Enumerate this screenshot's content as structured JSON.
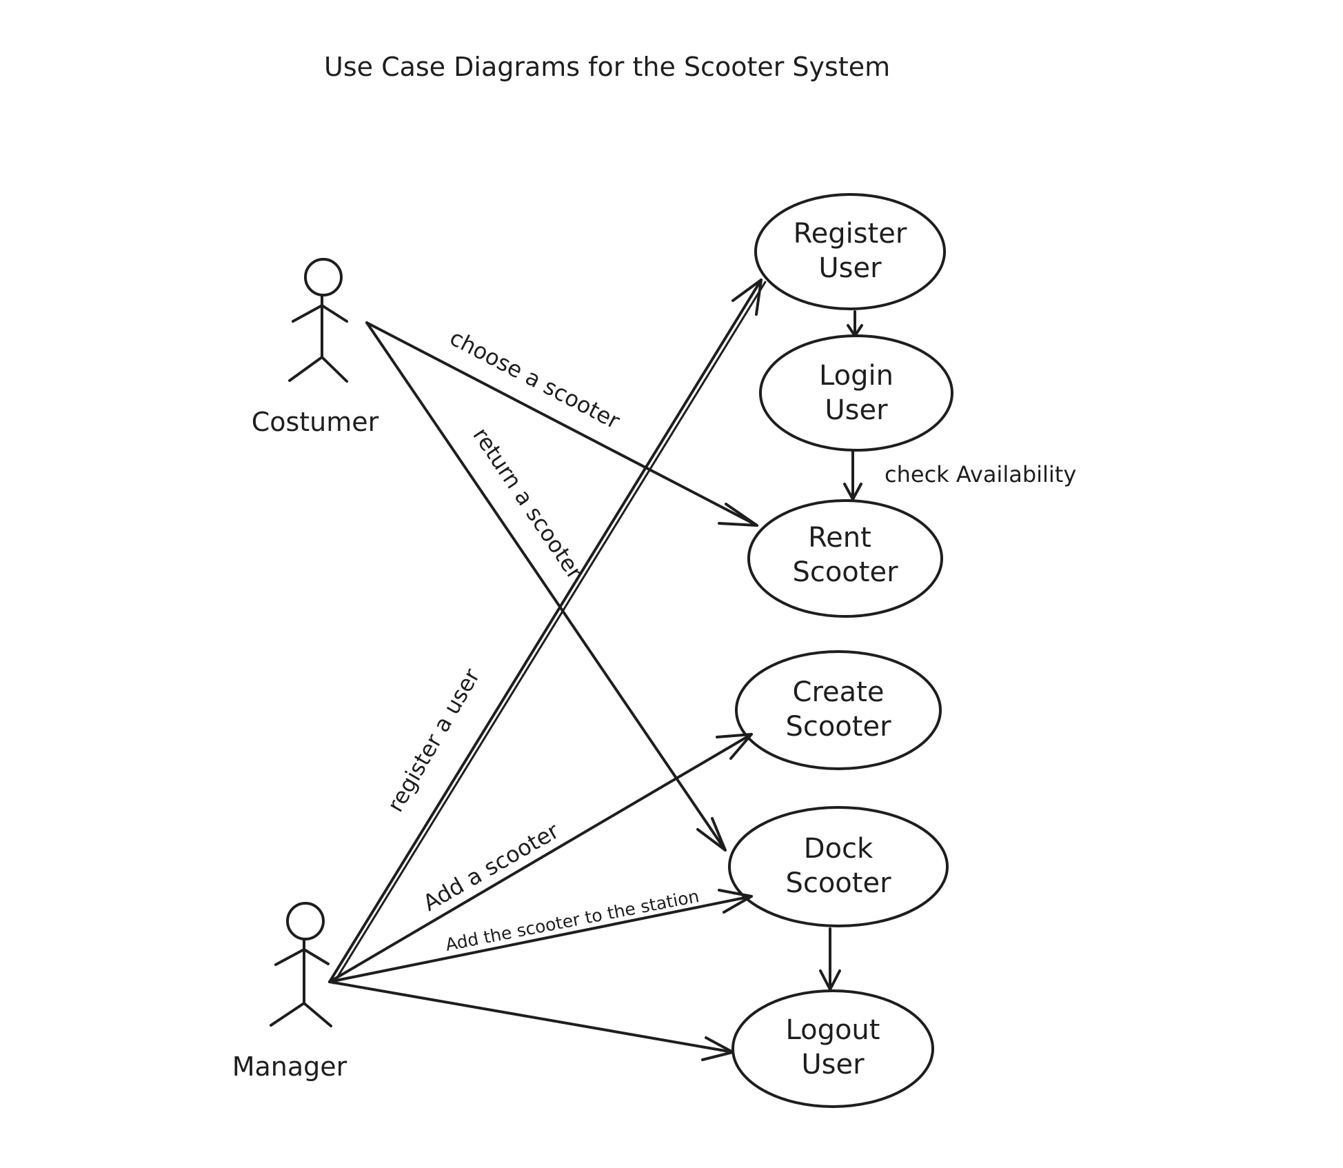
{
  "title": "Use Case Diagrams for the Scooter System",
  "actors": [
    {
      "id": "costumer",
      "label": "Costumer"
    },
    {
      "id": "manager",
      "label": "Manager"
    }
  ],
  "use_cases": [
    {
      "id": "register",
      "lines": [
        "Register",
        "User"
      ]
    },
    {
      "id": "login",
      "lines": [
        "Login",
        "User"
      ]
    },
    {
      "id": "rent",
      "lines": [
        "Rent",
        "Scooter"
      ]
    },
    {
      "id": "create",
      "lines": [
        "Create",
        "Scooter"
      ]
    },
    {
      "id": "dock",
      "lines": [
        "Dock",
        "Scooter"
      ]
    },
    {
      "id": "logout",
      "lines": [
        "Logout",
        "User"
      ]
    }
  ],
  "relationships": [
    {
      "from": "costumer",
      "to": "rent",
      "label": "choose a scooter"
    },
    {
      "from": "costumer",
      "to": "dock",
      "label": "return a scooter"
    },
    {
      "from": "manager",
      "to": "register",
      "label": "register a user"
    },
    {
      "from": "manager",
      "to": "create",
      "label": "Add a scooter"
    },
    {
      "from": "manager",
      "to": "dock",
      "label": "Add the scooter to the station"
    },
    {
      "from": "manager",
      "to": "logout",
      "label": ""
    },
    {
      "from": "register",
      "to": "login",
      "label": ""
    },
    {
      "from": "login",
      "to": "rent",
      "label": "check Availability"
    },
    {
      "from": "dock",
      "to": "logout",
      "label": ""
    }
  ]
}
